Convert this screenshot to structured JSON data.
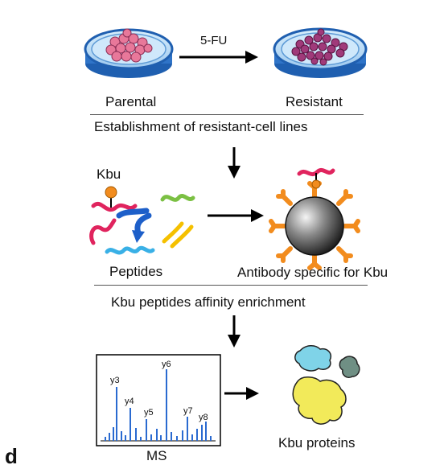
{
  "step1": {
    "arrow_label": "5-FU",
    "left_label": "Parental",
    "right_label": "Resistant",
    "caption": "Establishment of resistant-cell lines"
  },
  "step2": {
    "modification_label": "Kbu",
    "peptides_label": "Peptides",
    "antibody_label": "Antibody specific for Kbu",
    "caption": "Kbu peptides affinity enrichment"
  },
  "step3": {
    "ms_peaks": [
      "y3",
      "y4",
      "y5",
      "y6",
      "y7",
      "y8"
    ],
    "ms_label": "MS",
    "proteins_label": "Kbu proteins",
    "panel_letter": "d"
  },
  "colors": {
    "dish_blue": "#1f5fb0",
    "parental_cells": "#e8789a",
    "resistant_cells": "#a03a7a",
    "antibody_orange": "#f28c1e",
    "bead_gray": "#5a5a5a",
    "spectrum_blue": "#2a6ad0"
  }
}
